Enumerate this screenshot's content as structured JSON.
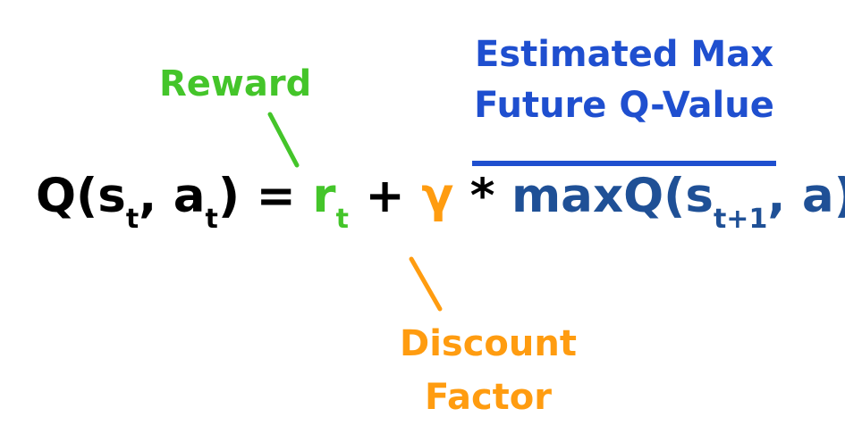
{
  "annotations": {
    "reward": "Reward",
    "future_line1": "Estimated Max",
    "future_line2": "Future Q-Value",
    "discount_line1": "Discount",
    "discount_line2": "Factor"
  },
  "equation": {
    "lhs_q": "Q(s",
    "lhs_sub_s": "t",
    "lhs_comma": ", a",
    "lhs_sub_a": "t",
    "lhs_close": ") = ",
    "reward_r": "r",
    "reward_sub": "t",
    "plus": " + ",
    "gamma": "γ",
    "times": " * ",
    "max_q": "maxQ(s",
    "max_sub": "t+1",
    "max_close": ", a)"
  },
  "colors": {
    "reward": "#44c52a",
    "discount": "#ff9c10",
    "future_label": "#1f4fcf",
    "future_term": "#1f5096",
    "text": "#000000"
  }
}
